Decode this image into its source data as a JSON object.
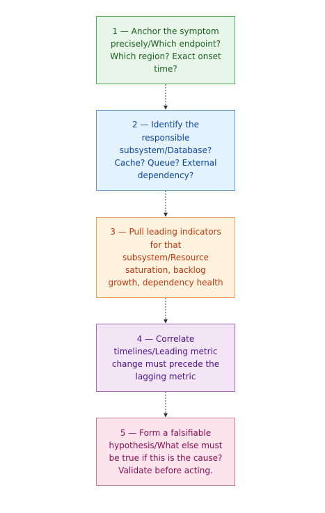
{
  "steps": [
    {
      "label": "1 — Anchor the symptom\nprecisely/Which endpoint?\nWhich region? Exact onset\ntime?",
      "fill": "#e8f5e9",
      "stroke": "#4caf50",
      "text_color": "#1b5e20"
    },
    {
      "label": "2 — Identify the\nresponsible\nsubsystem/Database?\nCache? Queue? External\ndependency?",
      "fill": "#e3f2fd",
      "stroke": "#5b9bd5",
      "text_color": "#0d47a1"
    },
    {
      "label": "3 — Pull leading indicators\nfor that\nsubsystem/Resource\nsaturation, backlog\ngrowth, dependency health",
      "fill": "#fff3e0",
      "stroke": "#f0a35e",
      "text_color": "#bf360c"
    },
    {
      "label": "4 — Correlate\ntimelines/Leading metric\nchange must precede the\nlagging metric",
      "fill": "#f3e5f5",
      "stroke": "#a66bbf",
      "text_color": "#4a148c"
    },
    {
      "label": "5 — Form a falsifiable\nhypothesis/What else must\nbe true if this is the cause?\nValidate before acting.",
      "fill": "#fce4ec",
      "stroke": "#c27a93",
      "text_color": "#880e4f"
    }
  ],
  "edge_color": "#333333"
}
